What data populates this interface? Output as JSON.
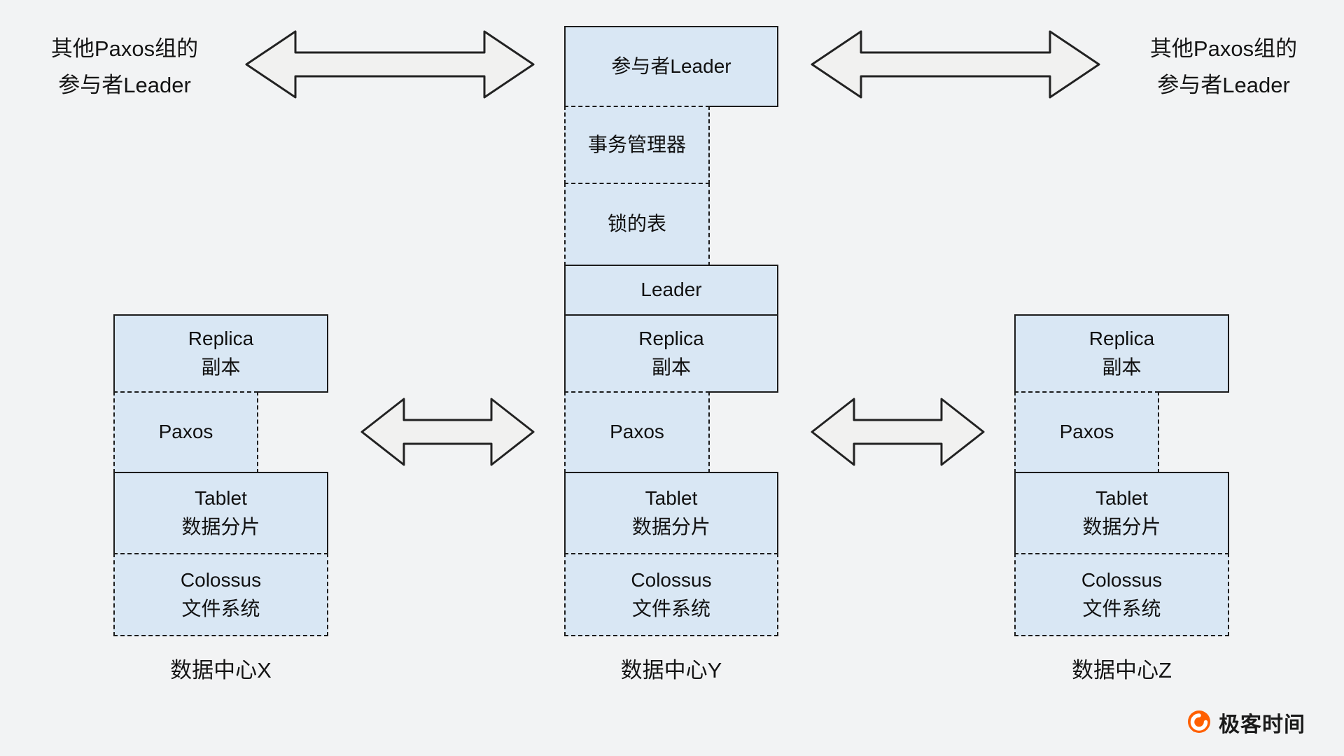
{
  "side_labels": {
    "left": {
      "line1": "其他Paxos组的",
      "line2": "参与者Leader"
    },
    "right": {
      "line1": "其他Paxos组的",
      "line2": "参与者Leader"
    }
  },
  "center": {
    "participant_leader": "参与者Leader",
    "transaction_manager": "事务管理器",
    "lock_table": "锁的表",
    "leader": "Leader",
    "replica": {
      "l1": "Replica",
      "l2": "副本"
    },
    "paxos": "Paxos",
    "tablet": {
      "l1": "Tablet",
      "l2": "数据分片"
    },
    "colossus": {
      "l1": "Colossus",
      "l2": "文件系统"
    },
    "datacenter": "数据中心Y"
  },
  "left": {
    "replica": {
      "l1": "Replica",
      "l2": "副本"
    },
    "paxos": "Paxos",
    "tablet": {
      "l1": "Tablet",
      "l2": "数据分片"
    },
    "colossus": {
      "l1": "Colossus",
      "l2": "文件系统"
    },
    "datacenter": "数据中心X"
  },
  "right": {
    "replica": {
      "l1": "Replica",
      "l2": "副本"
    },
    "paxos": "Paxos",
    "tablet": {
      "l1": "Tablet",
      "l2": "数据分片"
    },
    "colossus": {
      "l1": "Colossus",
      "l2": "文件系统"
    },
    "datacenter": "数据中心Z"
  },
  "arrows": [
    {
      "id": "top-left",
      "type": "bidirectional",
      "connects": "其他Paxos组的参与者Leader ↔ 参与者Leader"
    },
    {
      "id": "top-right",
      "type": "bidirectional",
      "connects": "参与者Leader ↔ 其他Paxos组的参与者Leader"
    },
    {
      "id": "mid-left",
      "type": "bidirectional",
      "connects": "数据中心X Paxos ↔ 数据中心Y Paxos"
    },
    {
      "id": "mid-right",
      "type": "bidirectional",
      "connects": "数据中心Y Paxos ↔ 数据中心Z Paxos"
    }
  ],
  "logo": {
    "text": "极客时间"
  },
  "colors": {
    "background": "#f2f3f4",
    "box_fill": "#d9e7f4",
    "box_border": "#1c1c1c",
    "arrow_fill": "#f1f1f0",
    "logo_orange": "#ff5f00"
  }
}
